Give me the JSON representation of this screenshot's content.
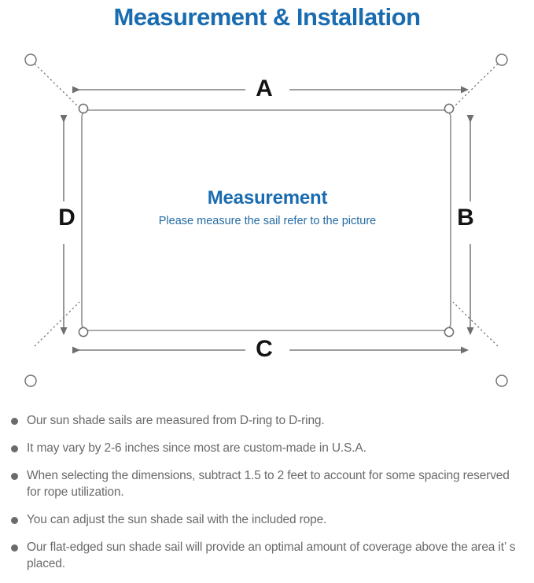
{
  "page": {
    "title": "Measurement & Installation",
    "title_color": "#1a6cb0",
    "background": "#ffffff"
  },
  "diagram": {
    "name": "sun-shade-sail-measurement-diagram",
    "line_color": "#808080",
    "sail_border_color": "#8a8a8a",
    "dimension_labels": [
      {
        "key": "a",
        "text": "A",
        "position": "top"
      },
      {
        "key": "b",
        "text": "B",
        "position": "right"
      },
      {
        "key": "c",
        "text": "C",
        "position": "bottom"
      },
      {
        "key": "d",
        "text": "D",
        "position": "left"
      }
    ],
    "caption": {
      "heading": "Measurement",
      "heading_color": "#1a6cb0",
      "subtitle": "Please measure the sail refer to the picture",
      "subtitle_color": "#246ba3"
    },
    "anchors": [
      {
        "name": "anchor-point-top-left"
      },
      {
        "name": "anchor-point-top-right"
      },
      {
        "name": "anchor-point-bottom-left"
      },
      {
        "name": "anchor-point-bottom-right"
      }
    ],
    "d_rings": [
      {
        "name": "d-ring-top-left"
      },
      {
        "name": "d-ring-top-right"
      },
      {
        "name": "d-ring-bottom-left"
      },
      {
        "name": "d-ring-bottom-right"
      }
    ]
  },
  "notes": {
    "bullet_color": "#6b6b6b",
    "text_color": "#6a6a6a",
    "items": [
      "Our sun shade sails are measured from D-ring to D-ring.",
      "It may vary by 2-6 inches since most are custom-made in U.S.A.",
      "When selecting the dimensions, subtract 1.5 to 2 feet to account for some spacing reserved for rope utilization.",
      "You can adjust the sun shade sail with the included rope.",
      "Our flat-edged sun shade sail will provide an optimal amount of coverage above the area it’ s placed."
    ]
  }
}
